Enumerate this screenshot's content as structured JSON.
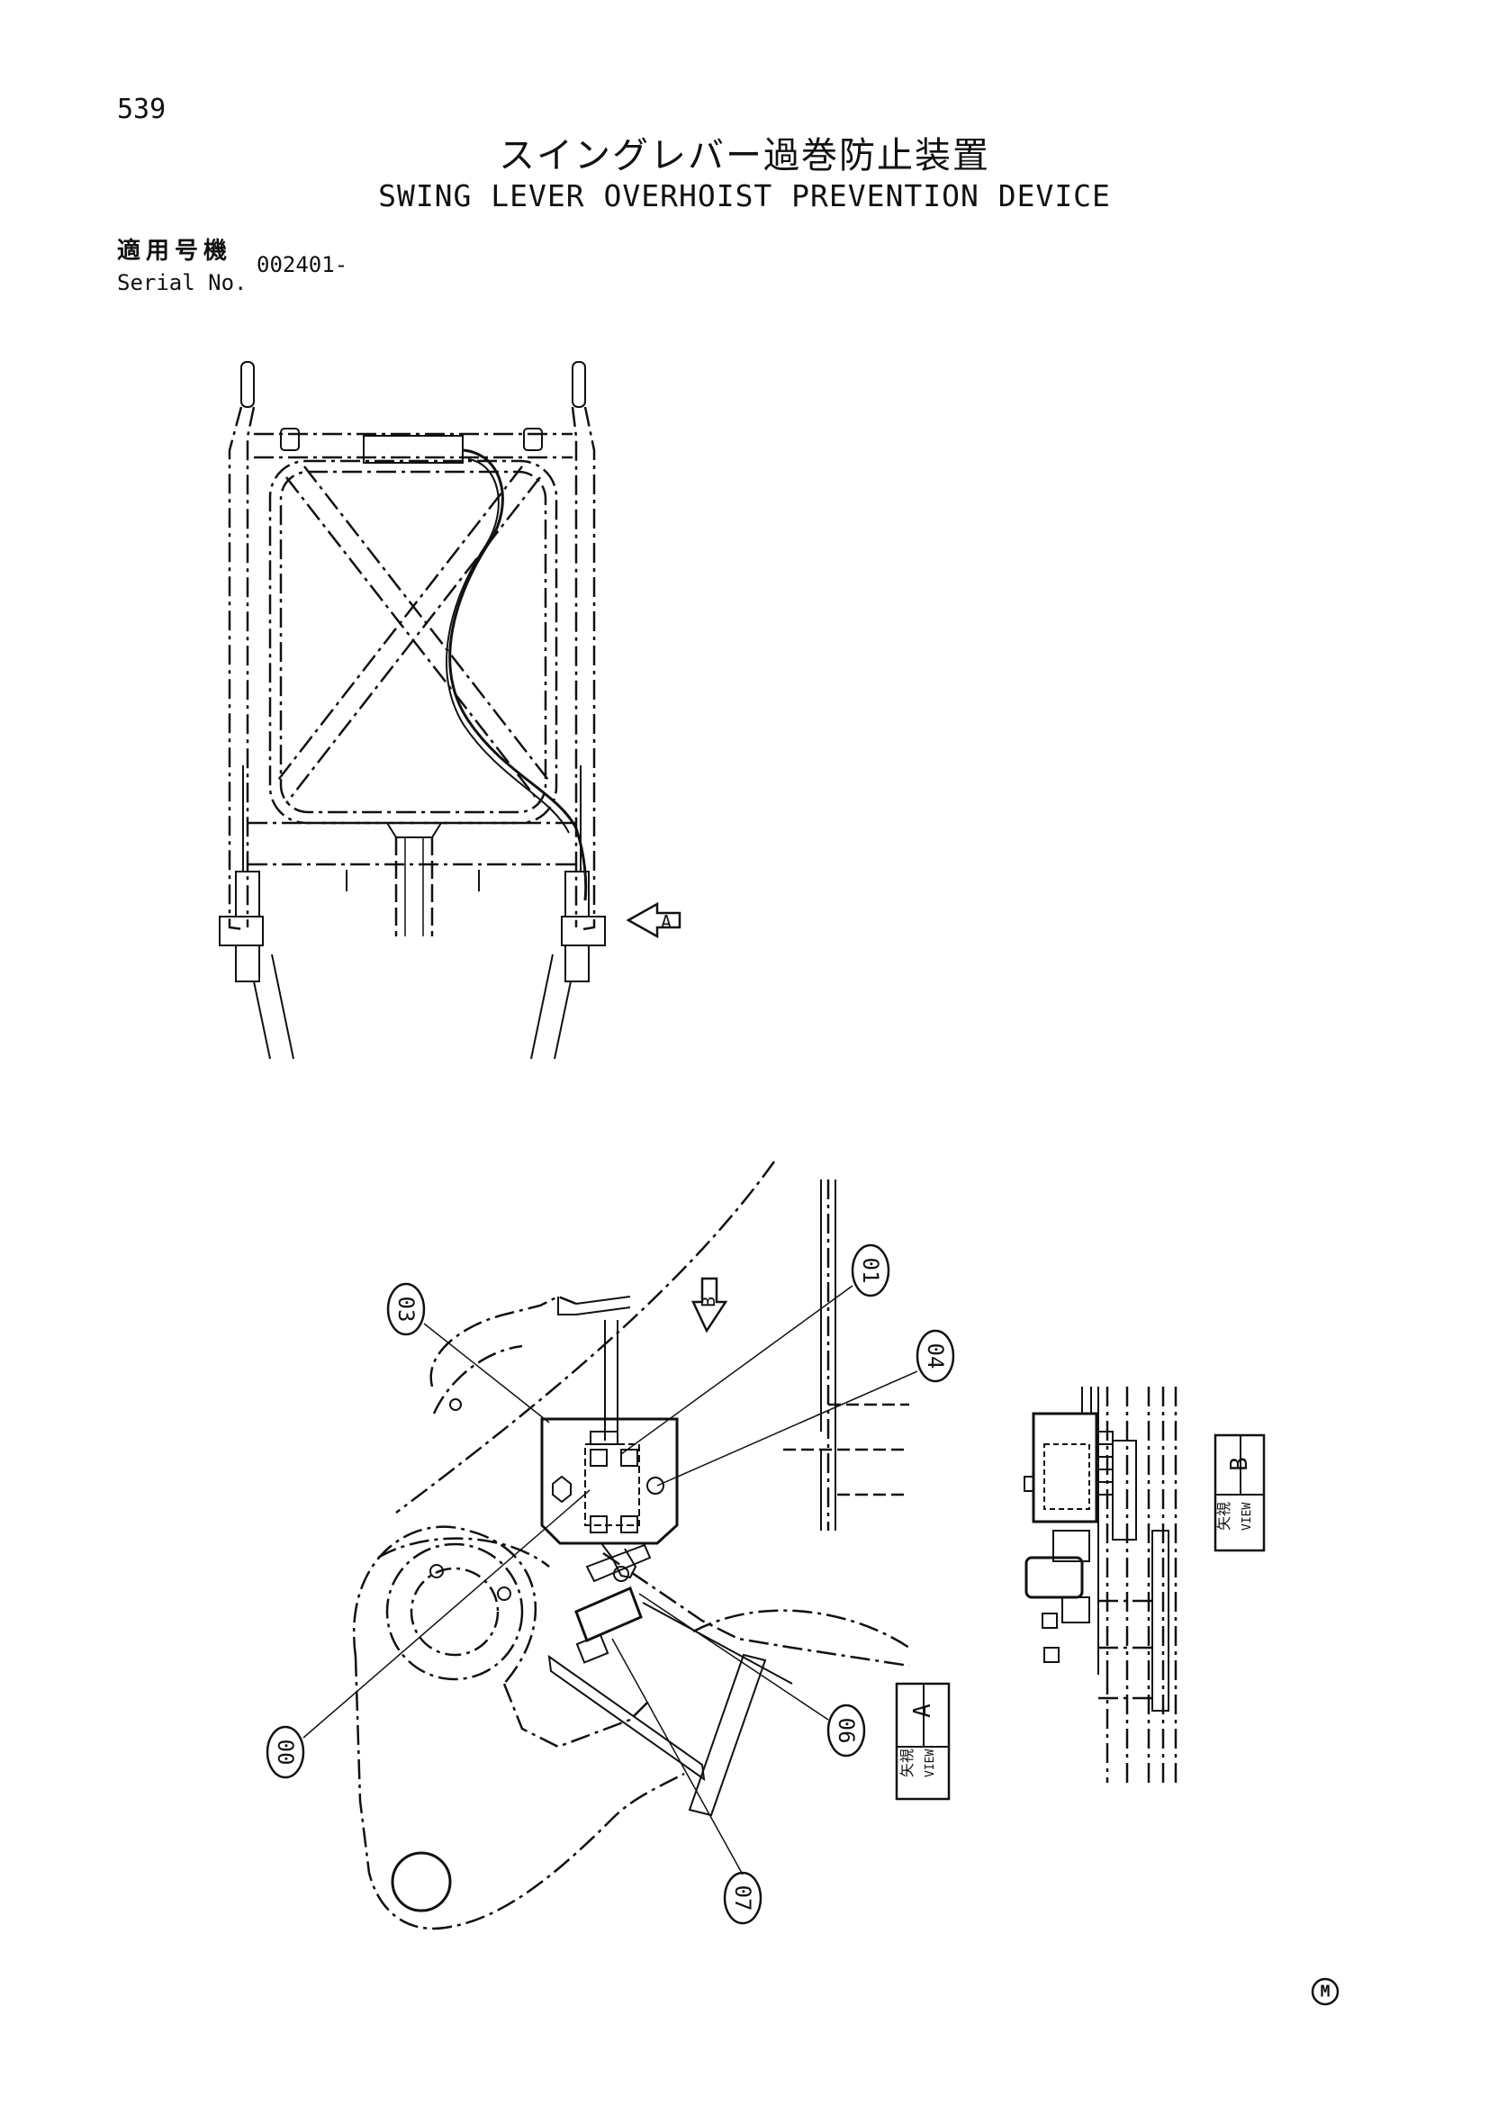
{
  "header": {
    "page_number": "539",
    "title_jp": "スイングレバー過巻防止装置",
    "title_en": "SWING LEVER OVERHOIST PREVENTION DEVICE",
    "serial_label_jp": "適用号機",
    "serial_label_en": "Serial No.",
    "serial_value": "002401-"
  },
  "arrows": {
    "a": "A",
    "b": "B"
  },
  "callouts": [
    "03",
    "01",
    "04",
    "00",
    "06",
    "07"
  ],
  "view_labels": [
    {
      "jp": "矢視",
      "en": "VIEW",
      "letter": "A"
    },
    {
      "jp": "矢視",
      "en": "VIEW",
      "letter": "B"
    }
  ],
  "footer": {
    "mark": "M"
  }
}
